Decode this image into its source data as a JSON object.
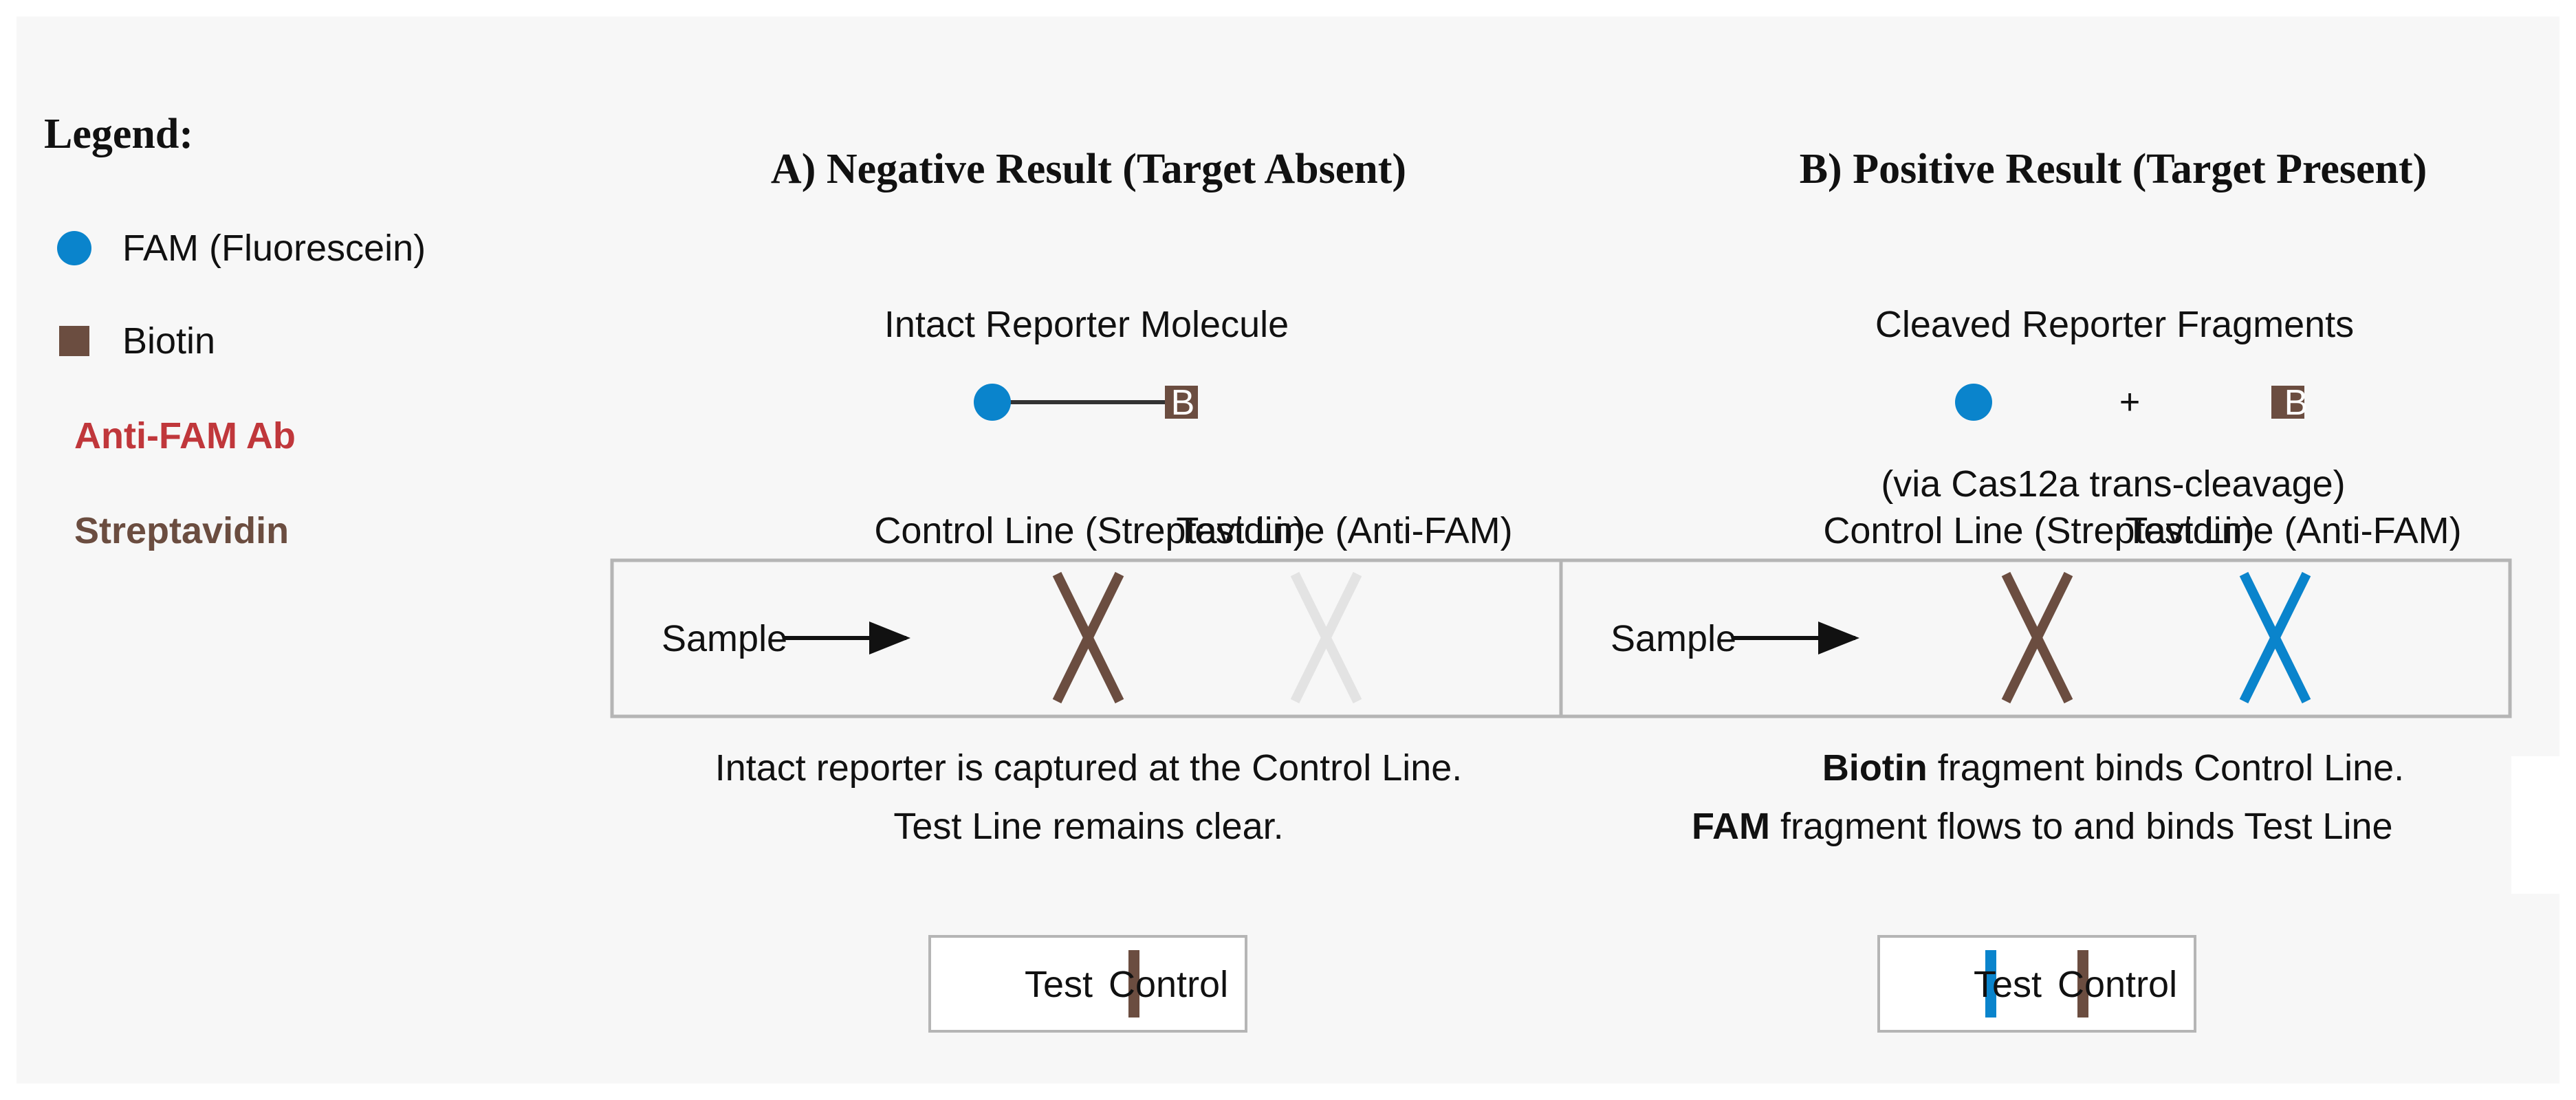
{
  "colors": {
    "panel_bg": "#f7f7f7",
    "fam_blue": "#0a84cc",
    "biotin_brown": "#6b4d40",
    "anti_fam_red": "#c0373b",
    "strip_border": "#b5b5b5",
    "inactive_line": "#e3e3e3",
    "text": "#111111"
  },
  "legend": {
    "title": "Legend:",
    "fam_label": "FAM (Fluorescein)",
    "biotin_label": "Biotin",
    "anti_fam_label": "Anti-FAM Ab",
    "streptavidin_label": "Streptavidin"
  },
  "panel_a": {
    "title": "A) Negative Result (Target Absent)",
    "reporter_title": "Intact Reporter Molecule",
    "biotin_glyph": "B",
    "control_line_label": "Control Line (Streptavidin)",
    "test_line_label": "Test Line (Anti-FAM)",
    "sample_label": "Sample",
    "desc_line1": "Intact reporter is captured at the Control Line.",
    "desc_line2": "Test Line remains clear.",
    "result_test_label": "Test",
    "result_control_label": "Control",
    "test_line_visible": false
  },
  "panel_b": {
    "title": "B) Positive Result (Target Present)",
    "reporter_title": "Cleaved Reporter Fragments",
    "plus_sign": "+",
    "biotin_glyph": "B",
    "cleavage_note": "(via Cas12a trans-cleavage)",
    "control_line_label": "Control Line (Streptavidin)",
    "test_line_label": "Test Line (Anti-FAM)",
    "sample_label": "Sample",
    "desc_line1_bold": "Biotin",
    "desc_line1_rest": " fragment binds Control Line.",
    "desc_line2_bold": "FAM",
    "desc_line2_rest": " fragment flows to and binds Test Line",
    "result_test_label": "Test",
    "result_control_label": "Control",
    "test_line_visible": true
  }
}
